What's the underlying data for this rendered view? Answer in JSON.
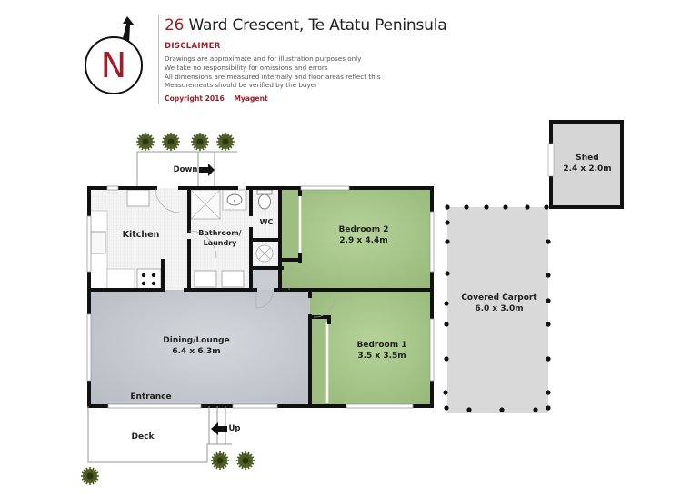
{
  "header": {
    "title_number": "26",
    "title_rest": " Ward Crescent, Te Atatu Peninsula",
    "disclaimer_heading": "DISCLAIMER",
    "disclaimer_lines": [
      "Drawings are approximate and for illustration purposes only",
      "We take no responsibility for omissions and errors",
      "All dimensions are measured internally and floor areas reflect this",
      "Measurements should be verified by the buyer"
    ],
    "copyright": "Copyright 2016    Myagent"
  },
  "compass": {
    "letter": "N",
    "icon": "north-arrow-icon"
  },
  "rooms": {
    "kitchen": {
      "name": "Kitchen"
    },
    "bathroom": {
      "name": "Bathroom/\nLaundry",
      "line1": "Bathroom/",
      "line2": "Laundry"
    },
    "wc": {
      "name": "WC"
    },
    "bedroom2": {
      "name": "Bedroom 2",
      "size": "2.9 x 4.4m"
    },
    "bedroom1": {
      "name": "Bedroom 1",
      "size": "3.5 x 3.5m"
    },
    "dining": {
      "name": "Dining/Lounge",
      "size": "6.4 x 6.3m"
    },
    "entrance": {
      "name": "Entrance"
    },
    "deck": {
      "name": "Deck"
    },
    "carport": {
      "name": "Covered Carport",
      "size": "6.0 x 3.0m"
    },
    "shed": {
      "name": "Shed",
      "size": "2.4 x 2.0m"
    }
  },
  "stairs": {
    "down": "Down",
    "up": "Up"
  },
  "colors": {
    "accent_red": "#a01c26",
    "bedroom_green": "#a9c98a",
    "dining_grey": "#c3c6cc",
    "carport_grey": "#d9d9d9",
    "wall": "#111111",
    "tile": "#f2f2f2"
  }
}
